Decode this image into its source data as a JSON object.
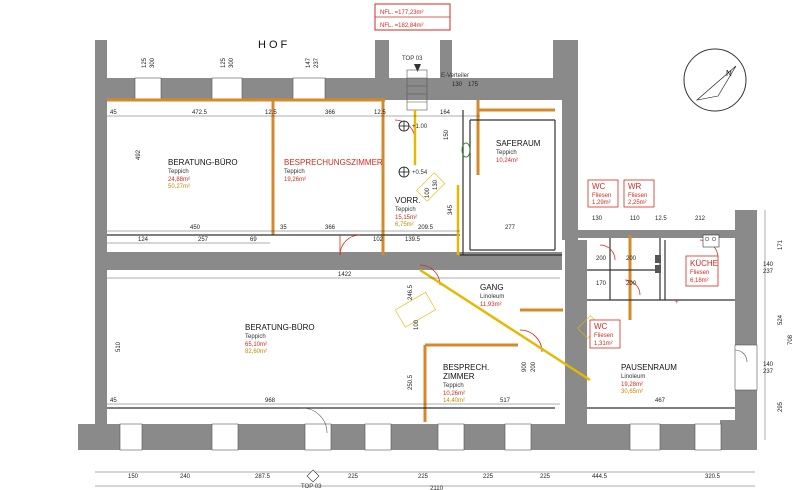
{
  "summary": {
    "nfl1": "NFL. =177,23m²",
    "nfl2": "NFL. =182,84m²"
  },
  "courtyard": "HOF",
  "top_label": "TOP 03",
  "bottom_label": "TOP 03",
  "north": "N",
  "rooms": {
    "beratung1": {
      "name": "BERATUNG-BÜRO",
      "floor": "Teppich",
      "a1": "24,88m²",
      "a2": "50,27m²"
    },
    "besprechung": {
      "name": "BESPRECHUNGSZIMMER",
      "floor": "Teppich",
      "a1": "19,26m²"
    },
    "vorr": {
      "name": "VORR.",
      "floor": "Teppich",
      "a1": "15,15m²",
      "a2": "6,75m²"
    },
    "safe": {
      "name": "SAFERAUM",
      "floor": "Teppich",
      "a1": "10,24m²"
    },
    "wc1": {
      "name": "WC",
      "floor": "Fliesen",
      "a1": "1,29m²"
    },
    "wr": {
      "name": "WR",
      "floor": "Fliesen",
      "a1": "2,25m²"
    },
    "kueche": {
      "name": "KÜCHE",
      "floor": "Fliesen",
      "a1": "6,18m²"
    },
    "gang": {
      "name": "GANG",
      "floor": "Linoleum",
      "a1": "11,93m²"
    },
    "wc2": {
      "name": "WC",
      "floor": "Fliesen",
      "a1": "1,31m²"
    },
    "beratung2": {
      "name": "BERATUNG-BÜRO",
      "floor": "Teppich",
      "a1": "65,10m²",
      "a2": "82,60m²"
    },
    "bespr2a": {
      "name": "BESPRECH.",
      "name2": "ZIMMER",
      "floor": "Teppich",
      "a1": "10,26m²",
      "a2": "14,40m²"
    },
    "pause": {
      "name": "PAUSENRAUM",
      "floor": "Linoleum",
      "a1": "19,28m²",
      "a2": "30,65m²"
    }
  },
  "levels": {
    "l1": "+1.00",
    "l2": "+0.54"
  },
  "top_dims": [
    "472.5",
    "12.5",
    "366",
    "12.5",
    "164",
    "175"
  ],
  "window_dims": [
    "125",
    "300",
    "125",
    "300",
    "147",
    "237"
  ],
  "row_dims": [
    "450",
    "35",
    "366",
    "102",
    "209.5",
    "139.5",
    "277",
    "124",
    "257",
    "69"
  ],
  "mid_dims": [
    "1422",
    "246.5",
    "517",
    "968",
    "467",
    "250.5",
    "510"
  ],
  "bottom_dims": [
    "150",
    "240",
    "287.5",
    "225",
    "225",
    "225",
    "225",
    "444.5",
    "320.5",
    "2110"
  ],
  "right_dims": [
    "140",
    "237",
    "140",
    "237",
    "524",
    "708",
    "295",
    "171"
  ],
  "wc_dims": [
    "130",
    "12.5",
    "212",
    "110",
    "200",
    "200",
    "200",
    "170"
  ],
  "misc_dims": [
    "45",
    "492",
    "45",
    "150",
    "130",
    "100",
    "900",
    "200",
    "130",
    "345",
    "100"
  ],
  "e_verteiler": "E-Verteiler",
  "colors": {
    "wall": "#8a8a8a",
    "red": "#d42a1e",
    "yellow": "#e6b800",
    "orange": "#e08a2a",
    "green": "#3a8a3a"
  }
}
